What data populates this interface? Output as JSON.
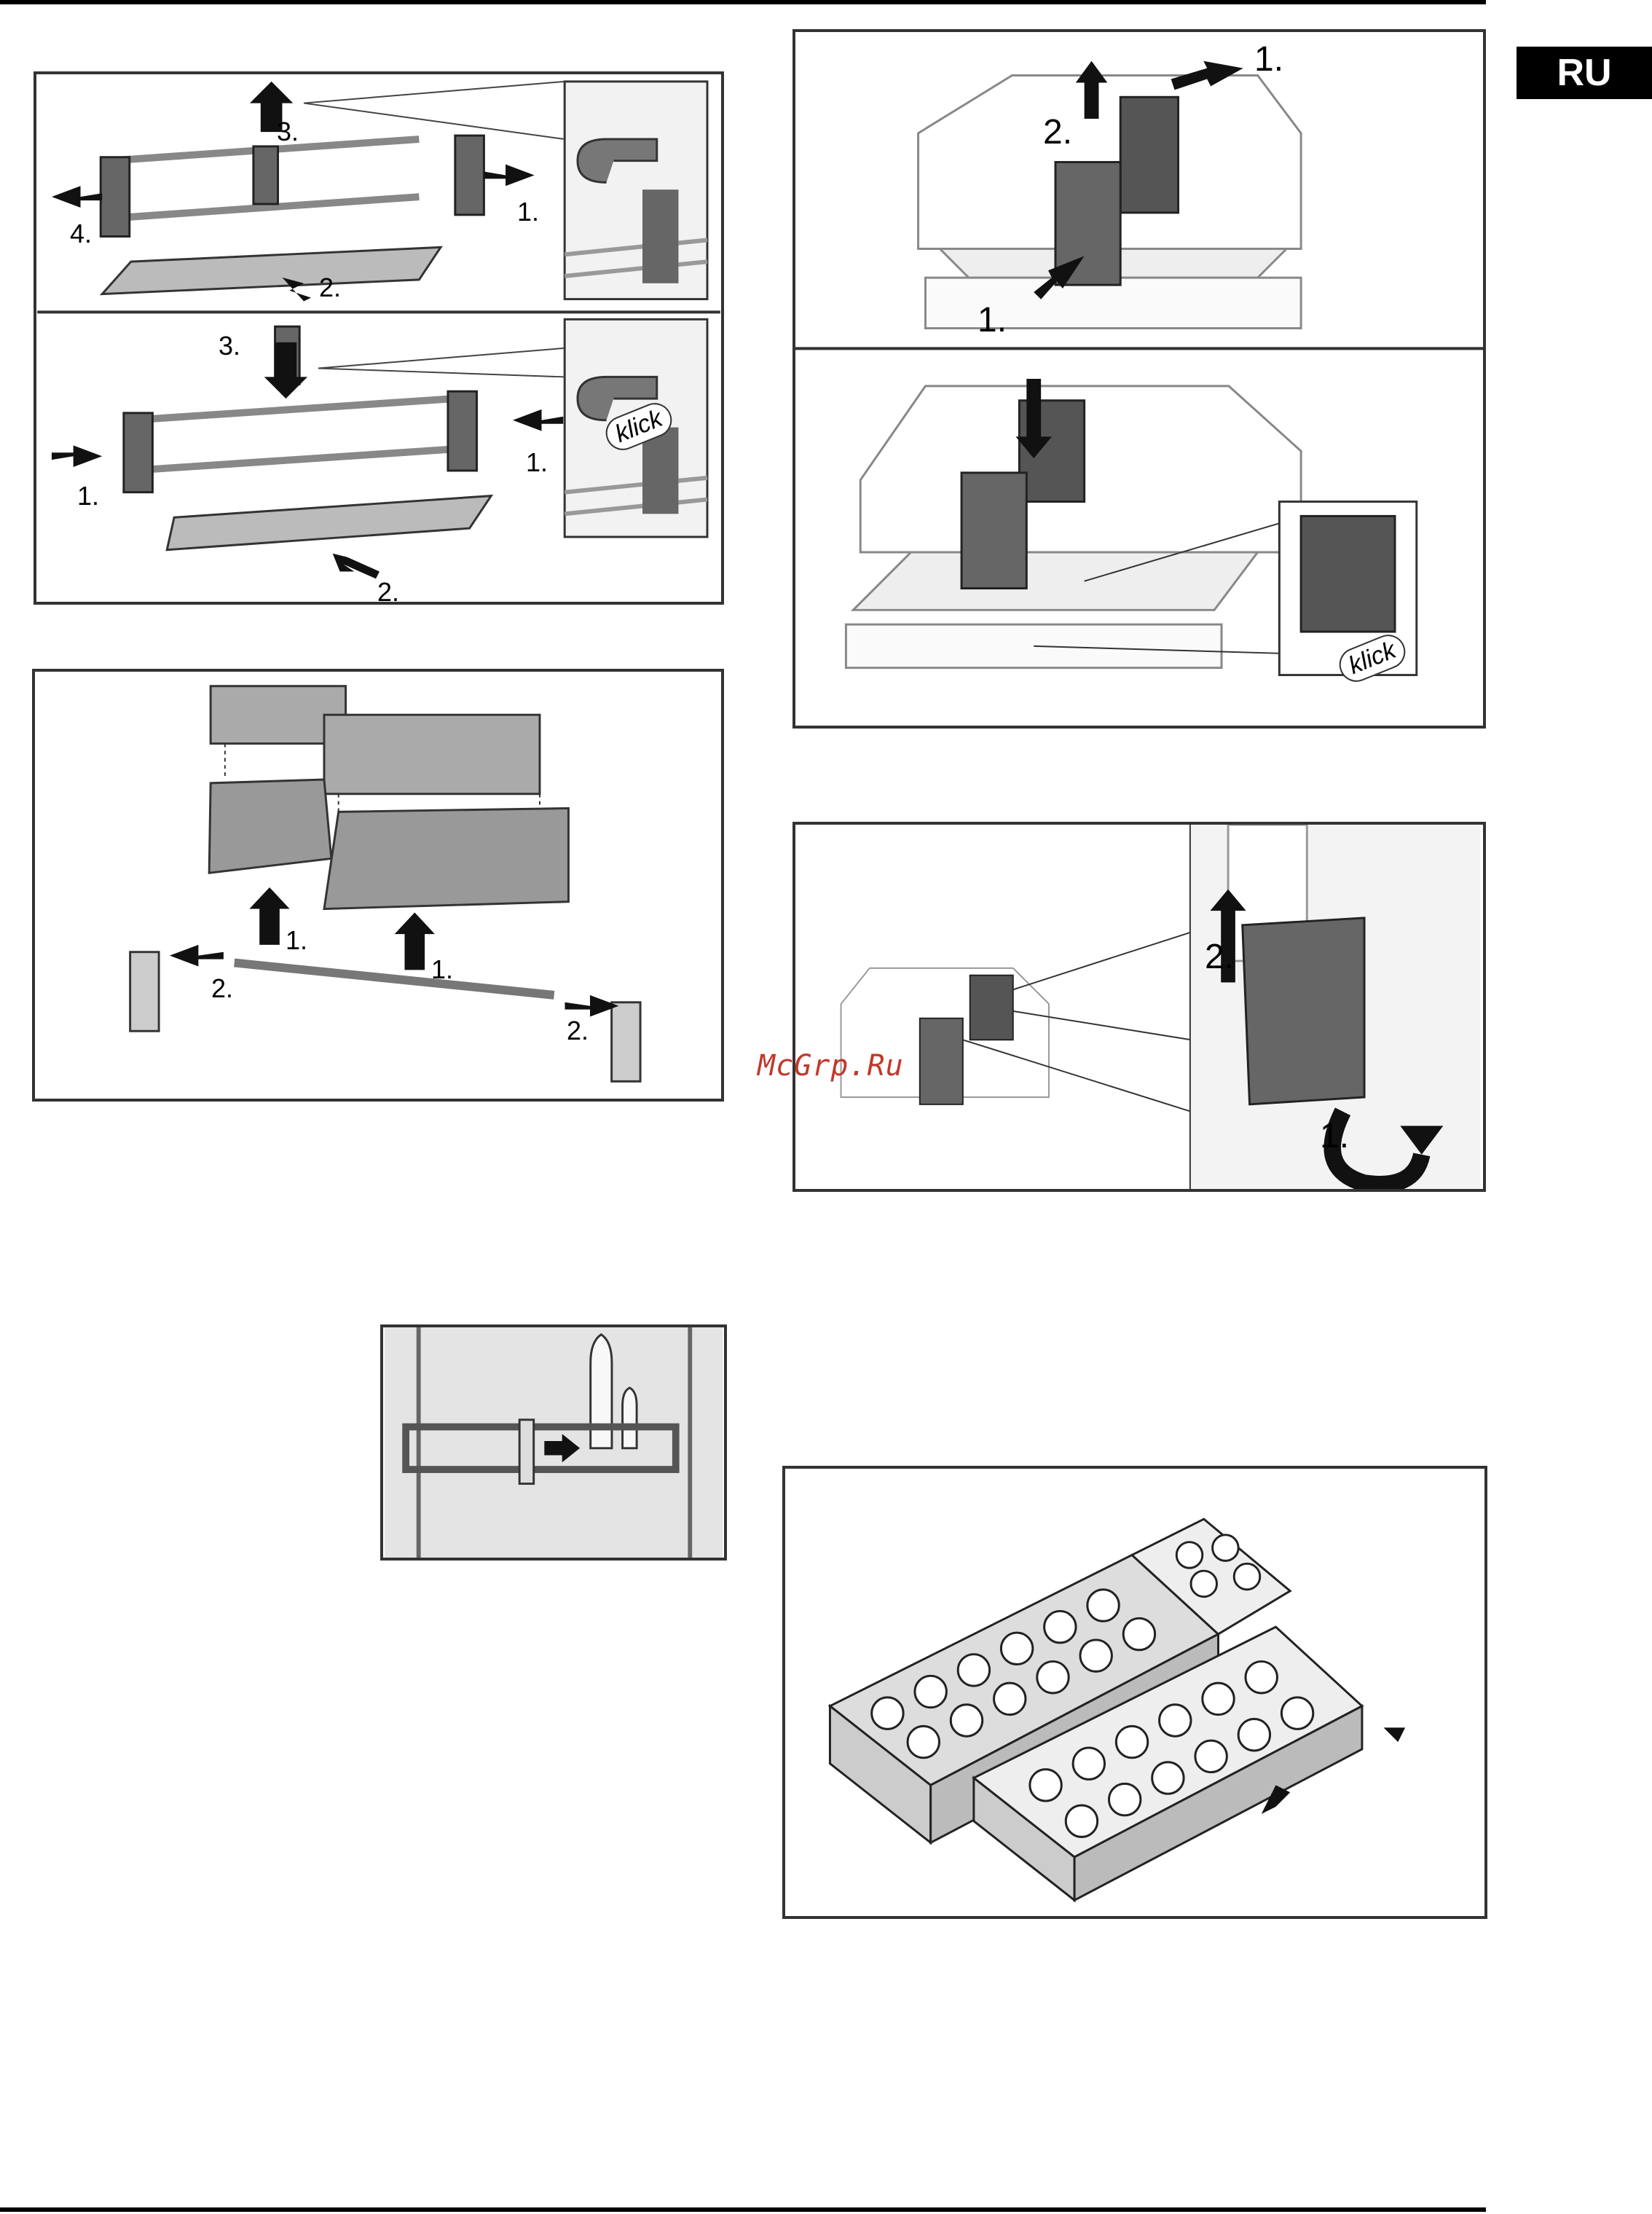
{
  "language_badge": "RU",
  "watermark": "McGrp.Ru",
  "panel_shelf_rail": {
    "steps_remove": [
      "1.",
      "2.",
      "3.",
      "4."
    ],
    "steps_install": [
      "1.",
      "1.",
      "2.",
      "3."
    ],
    "click_label": "klick"
  },
  "panel_door_shelf": {
    "steps": [
      "1.",
      "1.",
      "2.",
      "2."
    ]
  },
  "panel_bottle_holder": {},
  "panel_cover_remove": {
    "steps": [
      "1.",
      "2.",
      "1."
    ]
  },
  "panel_cover_insert": {
    "click_label": "klick"
  },
  "panel_cover_fold": {
    "steps": [
      "2.",
      "1."
    ]
  },
  "panel_egg_tray": {},
  "icons": [
    "arrow-icon",
    "curved-arrow-icon",
    "double-arrow-icon"
  ]
}
